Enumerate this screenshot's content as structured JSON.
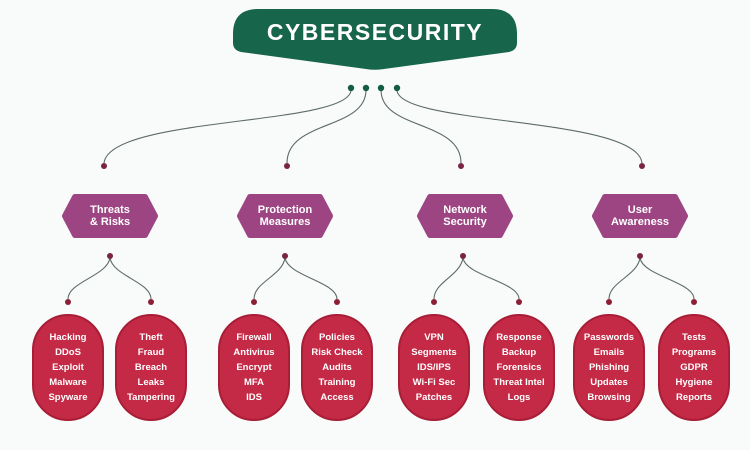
{
  "root": {
    "label": "CYBERSECURITY"
  },
  "branches": [
    {
      "line1": "Threats",
      "line2": "& Risks",
      "leaves": [
        {
          "items": [
            "Hacking",
            "DDoS",
            "Exploit",
            "Malware",
            "Spyware"
          ]
        },
        {
          "items": [
            "Theft",
            "Fraud",
            "Breach",
            "Leaks",
            "Tampering"
          ]
        }
      ]
    },
    {
      "line1": "Protection",
      "line2": "Measures",
      "leaves": [
        {
          "items": [
            "Firewall",
            "Antivirus",
            "Encrypt",
            "MFA",
            "IDS"
          ]
        },
        {
          "items": [
            "Policies",
            "Risk Check",
            "Audits",
            "Training",
            "Access"
          ]
        }
      ]
    },
    {
      "line1": "Network",
      "line2": "Security",
      "leaves": [
        {
          "items": [
            "VPN",
            "Segments",
            "IDS/IPS",
            "Wi-Fi Sec",
            "Patches"
          ]
        },
        {
          "items": [
            "Response",
            "Backup",
            "Forensics",
            "Threat Intel",
            "Logs"
          ]
        }
      ]
    },
    {
      "line1": "User",
      "line2": "Awareness",
      "leaves": [
        {
          "items": [
            "Passwords",
            "Emails",
            "Phishing",
            "Updates",
            "Browsing"
          ]
        },
        {
          "items": [
            "Tests",
            "Programs",
            "GDPR",
            "Hygiene",
            "Reports"
          ]
        }
      ]
    }
  ],
  "colors": {
    "background": "#f9fbfa",
    "root_green": "#17654b",
    "branch_purple": "#9d4582",
    "leaf_crimson": "#c42945",
    "leaf_border": "#a81e37",
    "connector_line": "#5c6b65",
    "root_dot": "#145c44",
    "branch_dot": "#7a2445",
    "leaf_dot": "#8c1f35",
    "text": "#ffffff"
  }
}
